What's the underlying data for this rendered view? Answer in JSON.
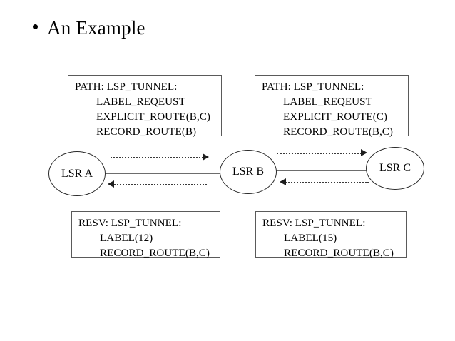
{
  "slide": {
    "title": "An Example",
    "bullet_glyph": "bullet-point"
  },
  "nodes": [
    {
      "id": "lsr-a",
      "label": "LSR A"
    },
    {
      "id": "lsr-b",
      "label": "LSR B"
    },
    {
      "id": "lsr-c",
      "label": "LSR C"
    }
  ],
  "messages": {
    "path_a": {
      "line1": "PATH: LSP_TUNNEL:",
      "line2": "LABEL_REQEUST",
      "line3": "EXPLICIT_ROUTE(B,C)",
      "line4": "RECORD_ROUTE(B)"
    },
    "path_b": {
      "line1": "PATH: LSP_TUNNEL:",
      "line2": "LABEL_REQEUST",
      "line3": "EXPLICIT_ROUTE(C)",
      "line4": "RECORD_ROUTE(B,C)"
    },
    "resv_a": {
      "line1": "RESV: LSP_TUNNEL:",
      "line2": "LABEL(12)",
      "line3": "RECORD_ROUTE(B,C)"
    },
    "resv_b": {
      "line1": "RESV: LSP_TUNNEL:",
      "line2": "LABEL(15)",
      "line3": "RECORD_ROUTE(B,C)"
    }
  },
  "arrows": [
    {
      "id": "path-a-to-b",
      "direction": "right",
      "style": "dotted"
    },
    {
      "id": "path-b-to-c",
      "direction": "right",
      "style": "dotted"
    },
    {
      "id": "resv-b-to-a",
      "direction": "left",
      "style": "dotted"
    },
    {
      "id": "resv-c-to-b",
      "direction": "left",
      "style": "dotted"
    }
  ],
  "links": [
    {
      "id": "link-a-b",
      "style": "solid"
    },
    {
      "id": "link-b-c",
      "style": "solid"
    }
  ],
  "colors": {
    "background": "#ffffff",
    "text": "#000000",
    "box_border": "#5a5a5a",
    "node_border": "#2b2b2b",
    "link": "#6d6d6d",
    "arrow": "#1d1d1d"
  }
}
